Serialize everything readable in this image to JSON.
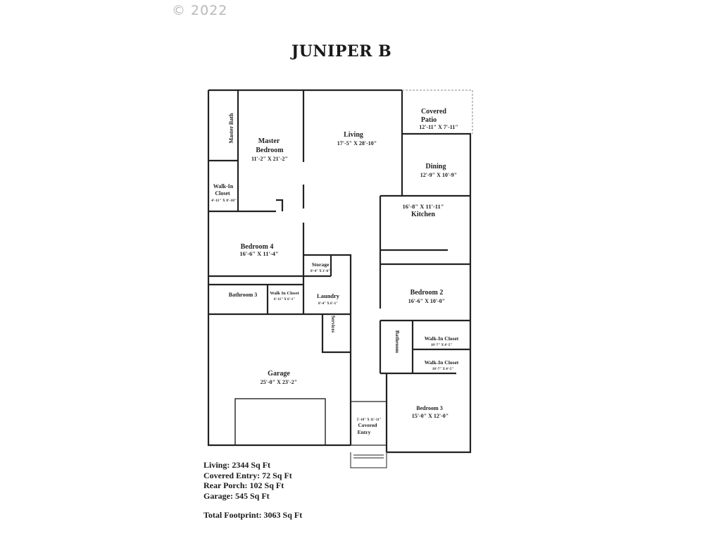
{
  "copyright": "© 2022",
  "title": "JUNIPER B",
  "rooms": {
    "master_bath": "Master Bath",
    "master_bedroom_1": "Master",
    "master_bedroom_2": "Bedroom",
    "master_bedroom_dim": "11'-2\" X 21'-2\"",
    "living": "Living",
    "living_dim": "17'-5\" X 28'-10\"",
    "covered_patio_1": "Covered",
    "covered_patio_2": "Patio",
    "covered_patio_dim": "12'-11\" X 7'-11\"",
    "dining": "Dining",
    "dining_dim": "12'-9\" X 10'-9\"",
    "walkin_closet_master_1": "Walk-In",
    "walkin_closet_master_2": "Closet",
    "walkin_closet_master_dim": "4'-11\" X 8'-10\"",
    "kitchen": "Kitchen",
    "kitchen_dim": "16'-8\" X 11'-11\"",
    "bedroom4": "Bedroom 4",
    "bedroom4_dim": "16'-6\" X 11'-4\"",
    "storage": "Storage",
    "storage_dim": "8'-4\" X 3'-6\"",
    "bathroom3": "Bathroom 3",
    "walkin_closet_b4": "Walk In Closet",
    "walkin_closet_b4_dim": "6'-11\" X 6'-1\"",
    "laundry": "Laundry",
    "laundry_dim": "8'-4\" X 6'-1\"",
    "bedroom2": "Bedroom 2",
    "bedroom2_dim": "16'-6\" X 10'-0\"",
    "services": "Services",
    "walkin_closet_b2": "Walk-In Closet",
    "walkin_closet_b2_dim": "10'-7\" X 4'-5\"",
    "bathroom": "Bathroom",
    "walkin_closet_b3": "Walk-In Closet",
    "walkin_closet_b3_dim": "10'-7\" X 4'-5\"",
    "garage": "Garage",
    "garage_dim": "25'-0\" X 23'-2\"",
    "bedroom3": "Bedroom 3",
    "bedroom3_dim": "15'-0\" X 12'-0\"",
    "covered_entry_dim": "5'-10\" X 11'-11\"",
    "covered_entry_1": "Covered",
    "covered_entry_2": "Entry"
  },
  "summary": {
    "living": "Living: 2344 Sq Ft",
    "covered_entry": "Covered Entry: 72 Sq Ft",
    "rear_porch": "Rear Porch: 102 Sq Ft",
    "garage": "Garage: 545 Sq Ft",
    "total": "Total Footprint: 3063 Sq Ft"
  },
  "colors": {
    "wall": "#222222",
    "interior_wall": "#444444",
    "copyright": "#b8b8b8",
    "dashed": "#888888"
  }
}
